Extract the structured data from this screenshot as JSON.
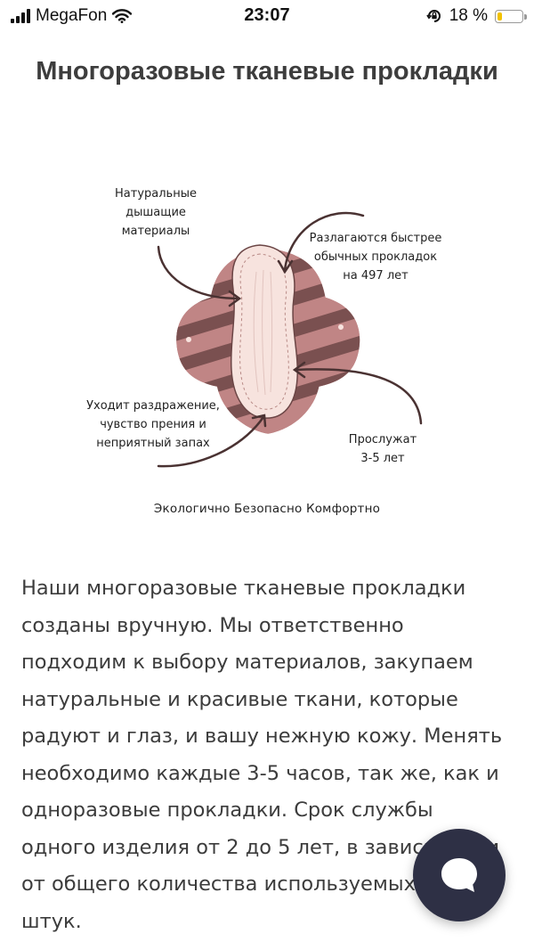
{
  "status_bar": {
    "carrier": "MegaFon",
    "time": "23:07",
    "battery_percent": "18 %",
    "battery_level": 0.18,
    "battery_color": "#f2c200"
  },
  "page": {
    "title": "Многоразовые тканевые прокладки"
  },
  "illustration": {
    "callouts": {
      "natural": "Натуральные\nдышащие\nматериалы",
      "decay": "Разлагаются быстрее\nобычных прокладок\nна 497 лет",
      "irritation": "Уходит раздражение,\nчувство прения и\nнеприятный запах",
      "lifespan": "Прослужат\n3-5 лет"
    },
    "tagline": "Экологично Безопасно Комфортно",
    "colors": {
      "wing": "#c08585",
      "stripe": "#7a5050",
      "pad": "#f7e3de",
      "arrow": "#4a3232"
    }
  },
  "content": {
    "description": "Наши многоразовые тканевые прокладки\nсозданы вручную. Мы ответственно\nподходим к выбору материалов, закупаем\nнатуральные и красивые ткани, которые\nрадуют и глаз, и вашу нежную кожу. Менять\nнеобходимо каждые 3-5 часов, так же, как и\nодноразовые прокладки. Срок службы\nодного изделия от 2 до 5 лет, в зависимости\nот общего количества используемых\nштук."
  },
  "chat": {
    "icon": "chat-bubble-icon",
    "color": "#2e3045"
  }
}
